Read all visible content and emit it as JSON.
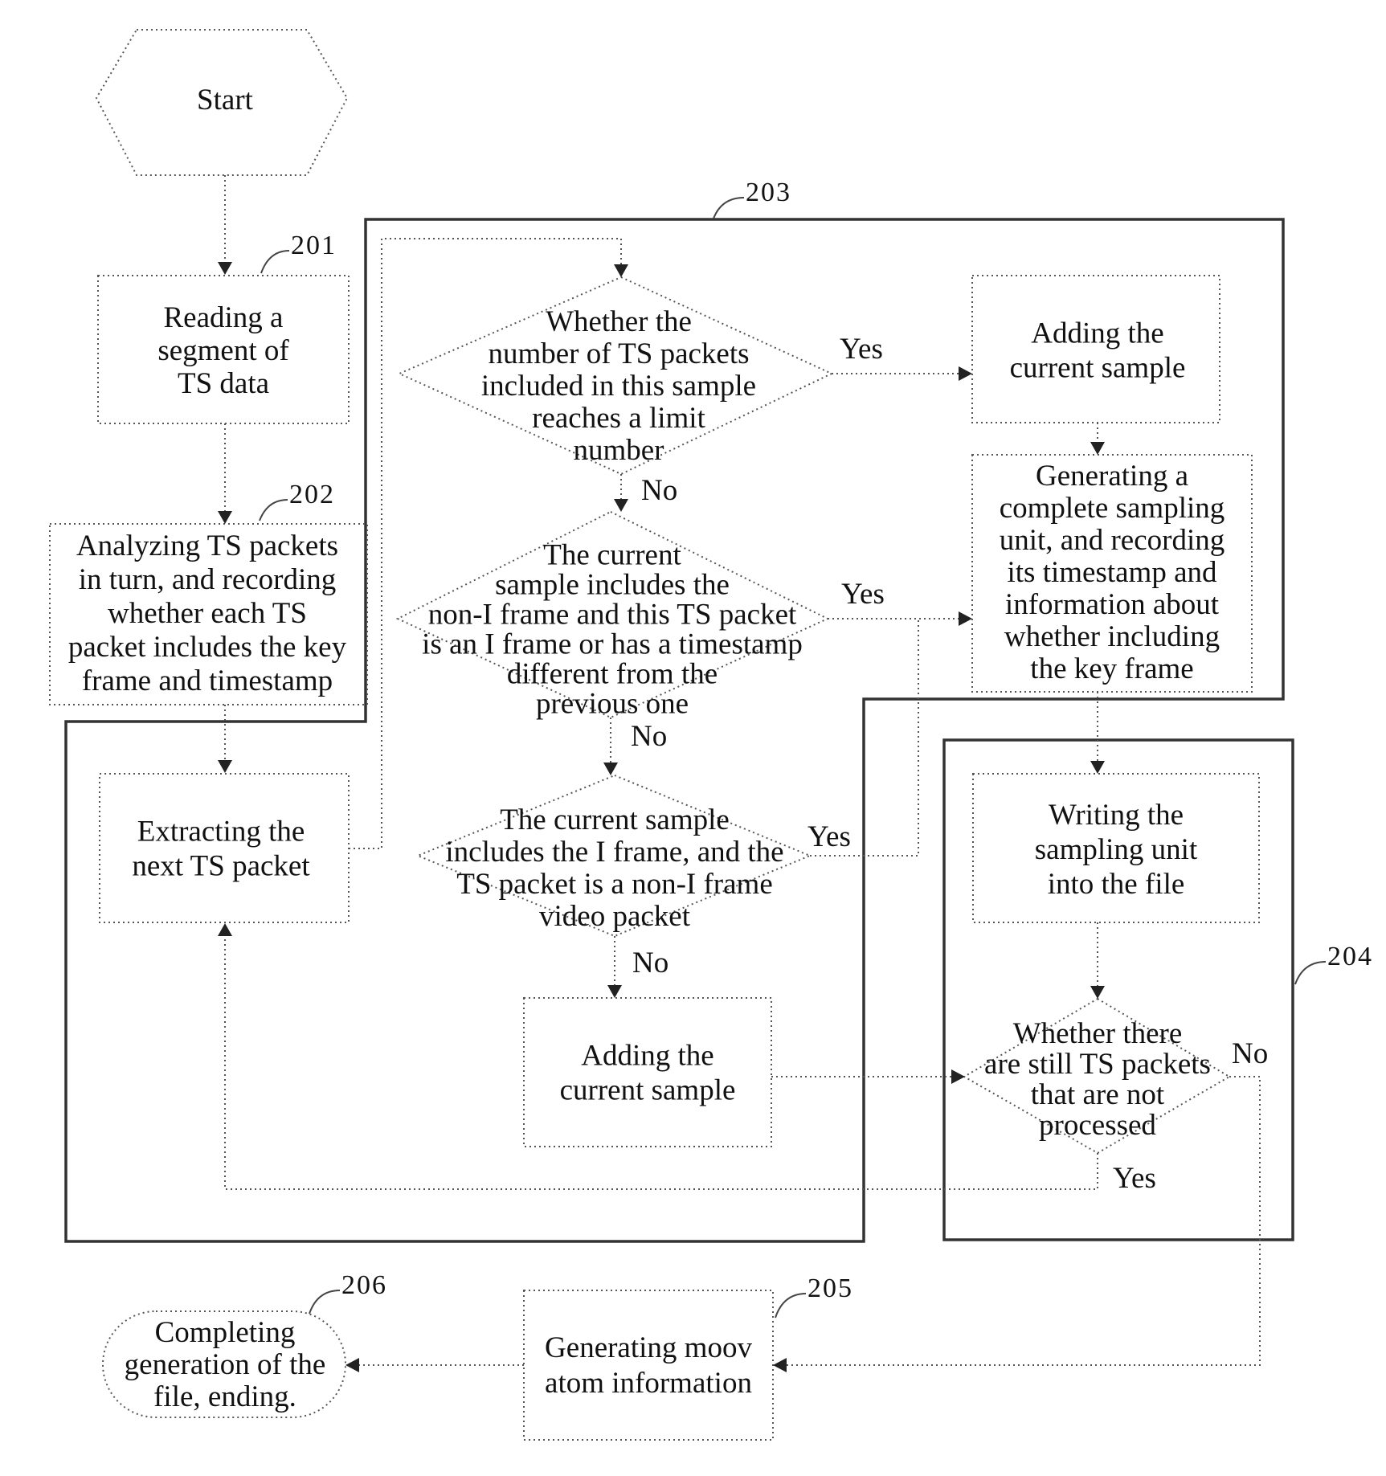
{
  "nodes": {
    "start": "Start",
    "read_segment": [
      "Reading a",
      "segment of",
      "TS data"
    ],
    "analyze_packets": [
      "Analyzing TS packets",
      "in turn, and recording",
      "whether each TS",
      "packet includes the key",
      "frame and timestamp"
    ],
    "extract_next": [
      "Extracting the",
      "next TS packet"
    ],
    "decision_limit": [
      "Whether the",
      "number of TS packets",
      "included in this sample",
      "reaches a limit",
      "number"
    ],
    "decision_non_i": [
      "The current",
      "sample includes the",
      "non-I frame and this TS packet",
      "is an I frame or has a timestamp",
      "different from the",
      "previous one"
    ],
    "decision_i_frame": [
      "The current sample",
      "includes the I frame, and the",
      "TS packet is a non-I frame",
      "video packet"
    ],
    "add_sample_top": [
      "Adding the",
      "current sample"
    ],
    "generate_unit": [
      "Generating a",
      "complete sampling",
      "unit, and recording",
      "its timestamp and",
      "information about",
      "whether including",
      "the key frame"
    ],
    "add_sample_bottom": [
      "Adding the",
      "current sample"
    ],
    "write_unit": [
      "Writing the",
      "sampling unit",
      "into the file"
    ],
    "decision_remaining": [
      "Whether there",
      "are still TS packets",
      "that are not",
      "processed"
    ],
    "generate_moov": [
      "Generating moov",
      "atom information"
    ],
    "complete": [
      "Completing",
      "generation of the",
      "file, ending."
    ]
  },
  "labels": {
    "yes": "Yes",
    "no": "No"
  },
  "refs": {
    "r201": "201",
    "r202": "202",
    "r203": "203",
    "r204": "204",
    "r205": "205",
    "r206": "206"
  }
}
